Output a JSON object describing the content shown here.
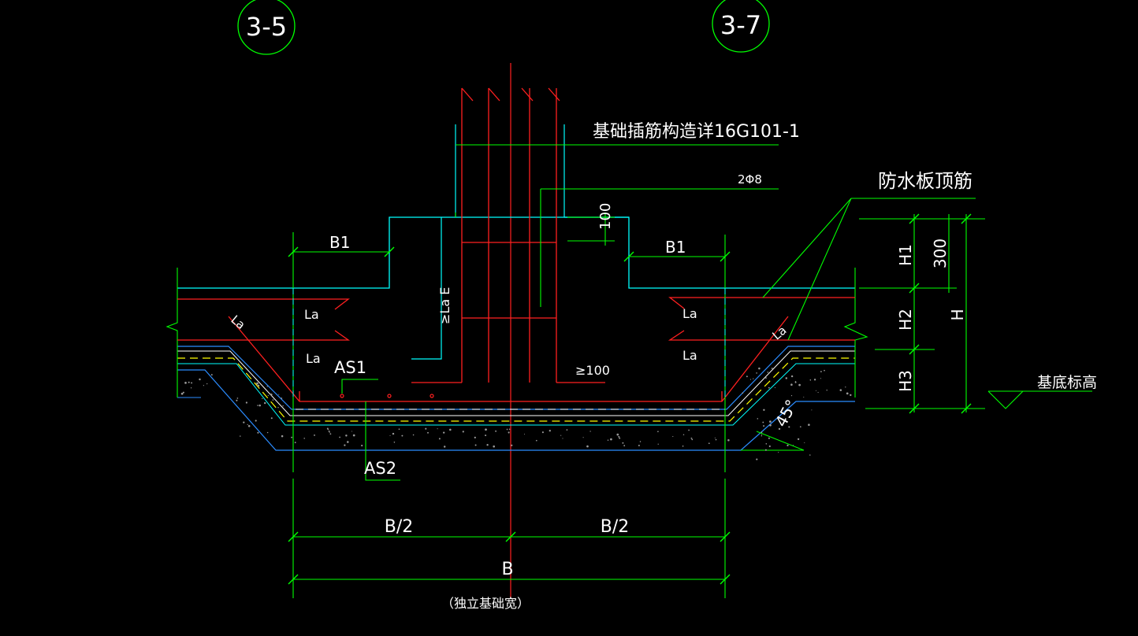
{
  "grid_axes": [
    "3-5",
    "3-7"
  ],
  "labels": {
    "dowel_note": "基础插筋构造详16G101-1",
    "stirrup": "2Φ8",
    "waterproof_top_bar": "防水板顶筋",
    "base_elevation": "基底标高",
    "la": "La",
    "lae": "≥La E",
    "min100": "≥100",
    "dim100": "100",
    "b1": "B1",
    "as1": "AS1",
    "as2": "AS2",
    "h1": "H1",
    "h2": "H2",
    "h3": "H3",
    "h": "H",
    "dim300": "300",
    "angle": "45°",
    "half_b": "B/2",
    "b": "B",
    "footing_width_note": "（独立基础宽）"
  },
  "colors": {
    "background": "#000000",
    "green": "#00ff00",
    "red": "#ff2020",
    "cyan": "#00ffff",
    "blue": "#2b8cff",
    "white": "#ffffff",
    "yellow": "#ffff00",
    "gray": "#9a9a9a"
  }
}
